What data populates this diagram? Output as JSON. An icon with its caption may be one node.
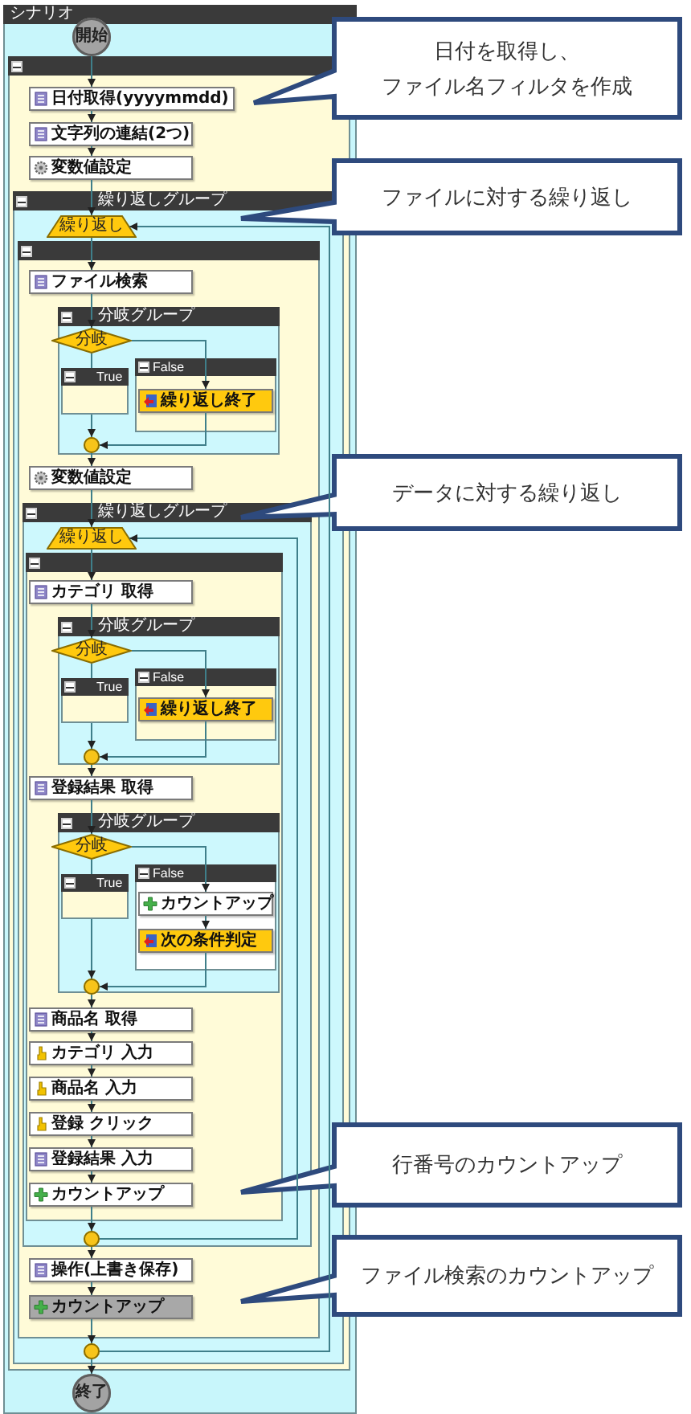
{
  "diagram": {
    "nodes": [
      {
        "text": [
          "シナリオ"
        ]
      },
      {
        "text": [
          "開始"
        ],
        "in": 0
      },
      {
        "text": [],
        "shape": "box",
        "in": 0
      },
      {
        "text": [
          "日付取得(yyyymmdd)"
        ],
        "in": 2
      },
      {
        "text": [
          "文字列の連結(2つ)"
        ],
        "in": 2
      },
      {
        "text": [
          "変数値設定"
        ],
        "in": 2
      },
      {
        "text": [
          "繰り返しグループ"
        ],
        "in": 2
      },
      {
        "text": [
          "繰り返し"
        ],
        "in": 6
      },
      {
        "text": [],
        "shape": "box",
        "in": 6
      },
      {
        "text": [
          "ファイル検索"
        ],
        "in": 8
      },
      {
        "text": [
          "分岐グループ"
        ],
        "in": 8
      },
      {
        "text": [
          "分岐"
        ],
        "in": 10
      },
      {
        "text": [
          "True"
        ],
        "in": 10
      },
      {
        "text": [
          "False"
        ],
        "in": 10
      },
      {
        "text": [
          "繰り返し終了"
        ],
        "in": 13
      },
      {
        "text": [],
        "shape": "circle",
        "in": 10
      },
      {
        "text": [
          "変数値設定"
        ],
        "in": 8
      },
      {
        "text": [
          "繰り返しグループ"
        ],
        "in": 8
      },
      {
        "text": [
          "繰り返し"
        ],
        "in": 17
      },
      {
        "text": [],
        "shape": "box",
        "in": 17
      },
      {
        "text": [
          "カテゴリ 取得"
        ],
        "in": 19
      },
      {
        "text": [
          "分岐グループ"
        ],
        "in": 19
      },
      {
        "text": [
          "分岐"
        ],
        "in": 21
      },
      {
        "text": [
          "True"
        ],
        "in": 21
      },
      {
        "text": [
          "False"
        ],
        "in": 21
      },
      {
        "text": [
          "繰り返し終了"
        ],
        "in": 24
      },
      {
        "text": [],
        "shape": "circle",
        "in": 21
      },
      {
        "text": [
          "登録結果 取得"
        ],
        "in": 19
      },
      {
        "text": [
          "分岐グループ"
        ],
        "in": 19
      },
      {
        "text": [
          "分岐"
        ],
        "in": 28
      },
      {
        "text": [
          "True"
        ],
        "in": 28
      },
      {
        "text": [
          "False"
        ],
        "in": 28
      },
      {
        "text": [
          "カウントアップ"
        ],
        "in": 31
      },
      {
        "text": [
          "次の条件判定"
        ],
        "in": 31
      },
      {
        "text": [],
        "shape": "circle",
        "in": 28
      },
      {
        "text": [
          "商品名 取得"
        ],
        "in": 19
      },
      {
        "text": [
          "カテゴリ 入力"
        ],
        "in": 19
      },
      {
        "text": [
          "商品名 入力"
        ],
        "in": 19
      },
      {
        "text": [
          "登録 クリック"
        ],
        "in": 19
      },
      {
        "text": [
          "登録結果 入力"
        ],
        "in": 19
      },
      {
        "text": [
          "カウントアップ"
        ],
        "in": 19
      },
      {
        "text": [],
        "shape": "circle",
        "in": 17
      },
      {
        "text": [
          "操作(上書き保存)"
        ],
        "in": 8
      },
      {
        "text": [
          "カウントアップ"
        ],
        "in": 8
      },
      {
        "text": [],
        "shape": "circle",
        "in": 6
      },
      {
        "text": [
          "終了"
        ],
        "in": 0
      },
      {
        "text": [
          "日付を取得し、",
          "ファイル名フィルタを作成"
        ]
      },
      {
        "text": [
          "ファイルに対する繰り返し"
        ]
      },
      {
        "text": [
          "データに対する繰り返し"
        ]
      },
      {
        "text": [
          "行番号のカウントアップ"
        ]
      },
      {
        "text": [
          "ファイル検索のカウントアップ"
        ]
      }
    ],
    "edges": [
      {
        "from": 1,
        "to": 3,
        "arrow": "to"
      },
      {
        "from": 3,
        "to": 4,
        "arrow": "to"
      },
      {
        "from": 4,
        "to": 5,
        "arrow": "to"
      },
      {
        "from": 5,
        "to": 7,
        "arrow": "to"
      },
      {
        "from": 7,
        "to": 9,
        "arrow": "to"
      },
      {
        "from": 9,
        "to": 11,
        "arrow": "to"
      },
      {
        "from": 11,
        "to": 12,
        "arrow": "none"
      },
      {
        "from": 12,
        "to": 15,
        "arrow": "to"
      },
      {
        "from": 11,
        "to": 14,
        "arrow": "to"
      },
      {
        "from": 14,
        "to": 15,
        "arrow": "to"
      },
      {
        "from": 15,
        "to": 16,
        "arrow": "to"
      },
      {
        "from": 16,
        "to": 18,
        "arrow": "to"
      },
      {
        "from": 18,
        "to": 20,
        "arrow": "to"
      },
      {
        "from": 20,
        "to": 22,
        "arrow": "to"
      },
      {
        "from": 22,
        "to": 23,
        "arrow": "none"
      },
      {
        "from": 23,
        "to": 26,
        "arrow": "to"
      },
      {
        "from": 22,
        "to": 25,
        "arrow": "to"
      },
      {
        "from": 25,
        "to": 26,
        "arrow": "to"
      },
      {
        "from": 26,
        "to": 27,
        "arrow": "to"
      },
      {
        "from": 27,
        "to": 29,
        "arrow": "to"
      },
      {
        "from": 29,
        "to": 30,
        "arrow": "none"
      },
      {
        "from": 30,
        "to": 34,
        "arrow": "to"
      },
      {
        "from": 29,
        "to": 32,
        "arrow": "to"
      },
      {
        "from": 32,
        "to": 33,
        "arrow": "to"
      },
      {
        "from": 33,
        "to": 34,
        "arrow": "to"
      },
      {
        "from": 34,
        "to": 35,
        "arrow": "to"
      },
      {
        "from": 35,
        "to": 36,
        "arrow": "to"
      },
      {
        "from": 36,
        "to": 37,
        "arrow": "to"
      },
      {
        "from": 37,
        "to": 38,
        "arrow": "to"
      },
      {
        "from": 38,
        "to": 39,
        "arrow": "to"
      },
      {
        "from": 39,
        "to": 40,
        "arrow": "to"
      },
      {
        "from": 40,
        "to": 41,
        "arrow": "to"
      },
      {
        "from": 41,
        "to": 18,
        "arrow": "to"
      },
      {
        "from": 41,
        "to": 42,
        "arrow": "to"
      },
      {
        "from": 42,
        "to": 43,
        "arrow": "to"
      },
      {
        "from": 43,
        "to": 44,
        "arrow": "to"
      },
      {
        "from": 44,
        "to": 7,
        "arrow": "to"
      },
      {
        "from": 44,
        "to": 45,
        "arrow": "to"
      }
    ]
  }
}
